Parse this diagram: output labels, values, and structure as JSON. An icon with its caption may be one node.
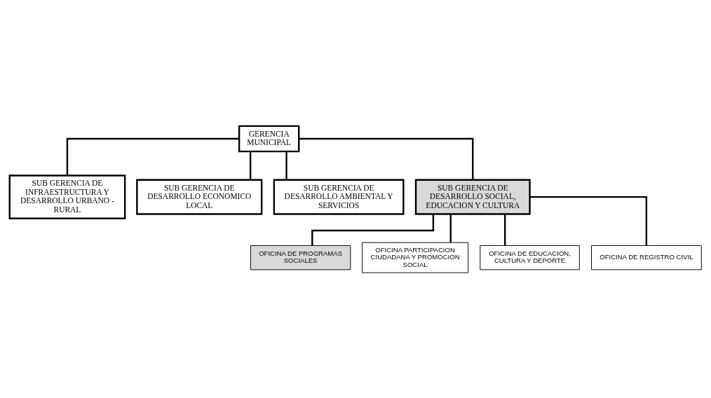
{
  "diagram": {
    "nodes": [
      {
        "text": [
          "GERENCIA MUNICIPAL"
        ]
      },
      {
        "text": [
          "SUB GERENCIA DE INFRAESTRUCTURA Y DESARROLLO URBANO - RURAL"
        ]
      },
      {
        "text": [
          "SUB GERENCIA DE DESARROLLO ECONOMICO LOCAL"
        ]
      },
      {
        "text": [
          "SUB GERENCIA DE DESARROLLO AMBIENTAL Y SERVICIOS"
        ]
      },
      {
        "text": [
          "SUB GERENCIA DE DESARROLLO SOCIAL, EDUCACION Y CULTURA"
        ]
      },
      {
        "text": [
          "OFICINA DE PROGRAMAS SOCIALES"
        ]
      },
      {
        "text": [
          "OFICINA PARTICIPACION CIUDADANA Y PROMOCION SOCIAL"
        ]
      },
      {
        "text": [
          "OFICINA DE EDUCACION, CULTURA Y DEPORTE"
        ]
      },
      {
        "text": [
          "OFICINA DE REGISTRO CIVIL"
        ]
      }
    ],
    "edges": [
      {
        "from": 0,
        "to": 1,
        "arrow": "none"
      },
      {
        "from": 0,
        "to": 2,
        "arrow": "none"
      },
      {
        "from": 0,
        "to": 3,
        "arrow": "none"
      },
      {
        "from": 0,
        "to": 4,
        "arrow": "none"
      },
      {
        "from": 4,
        "to": 5,
        "arrow": "none"
      },
      {
        "from": 4,
        "to": 6,
        "arrow": "none"
      },
      {
        "from": 4,
        "to": 7,
        "arrow": "none"
      },
      {
        "from": 4,
        "to": 8,
        "arrow": "none"
      }
    ]
  }
}
